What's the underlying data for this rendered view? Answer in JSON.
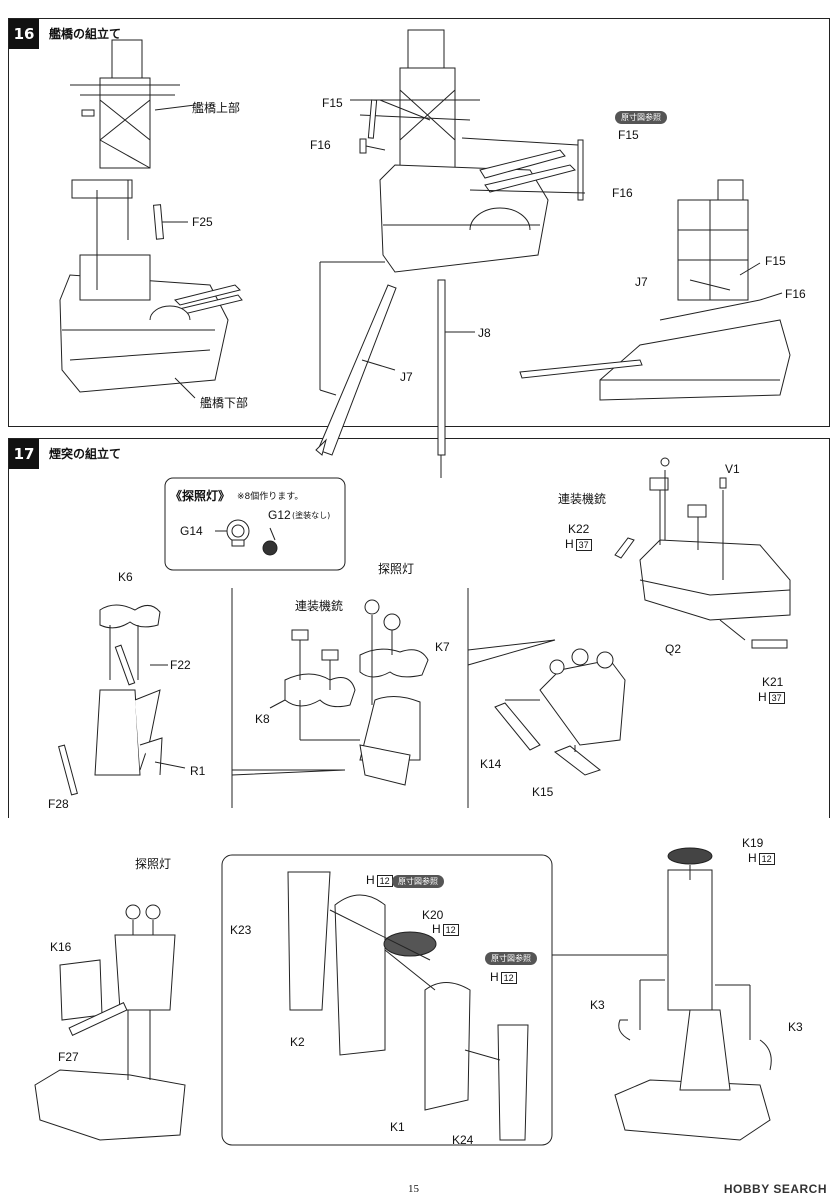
{
  "step16": {
    "number": "16",
    "title": "艦橋の組立て",
    "labels": {
      "bridge_upper": "艦橋上部",
      "bridge_lower": "艦橋下部",
      "f25": "F25",
      "f15": "F15",
      "f16": "F16",
      "f15_right": "F15",
      "f16_right": "F16",
      "j7": "J7",
      "j8": "J8",
      "j7_right": "J7",
      "f15_ref": "F15",
      "f16_ref": "F16"
    },
    "ref_badge": "原寸図参照"
  },
  "step17": {
    "number": "17",
    "title": "煙突の組立て",
    "searchlight_box": {
      "title": "《探照灯》",
      "note": "※8個作ります。",
      "g14": "G14",
      "g12": "G12",
      "g12_note": "(塗装なし)"
    },
    "labels": {
      "k6": "K6",
      "f22": "F22",
      "r1": "R1",
      "f28": "F28",
      "searchlight": "探照灯",
      "twin_mg": "連装機銃",
      "k7": "K7",
      "k8": "K8",
      "k14": "K14",
      "k15": "K15",
      "v1": "V1",
      "twin_mg_right": "連装機銃",
      "k22": "K22",
      "h37a_prefix": "H",
      "h37a_box": "37",
      "q2": "Q2",
      "k21": "K21",
      "h37b_prefix": "H",
      "h37b_box": "37",
      "searchlight_lower": "探照灯",
      "k16": "K16",
      "f27": "F27",
      "k23": "K23",
      "h12a_prefix": "H",
      "h12a_box": "12",
      "ref_badge_a": "原寸図参照",
      "k20": "K20",
      "h12b_prefix": "H",
      "h12b_box": "12",
      "ref_badge_b": "原寸図参照",
      "h12c_prefix": "H",
      "h12c_box": "12",
      "k2": "K2",
      "k1": "K1",
      "k24": "K24",
      "k19": "K19",
      "h12d_prefix": "H",
      "h12d_box": "12",
      "k3_left": "K3",
      "k3_right": "K3"
    }
  },
  "page_number": "15",
  "watermark": "HOBBY SEARCH"
}
